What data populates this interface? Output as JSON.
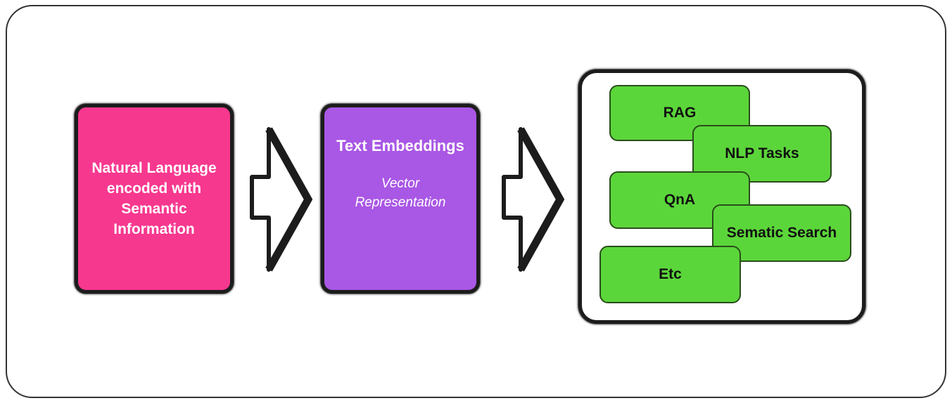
{
  "diagram": {
    "input_box": {
      "lines": [
        "Natural Language",
        "encoded with",
        "Semantic",
        "Information"
      ],
      "color": "#f7388f"
    },
    "embedding_box": {
      "title": "Text Embeddings",
      "subtitle_lines": [
        "Vector",
        "Representation"
      ],
      "color": "#a957e5"
    },
    "tasks": {
      "color": "#5bd63a",
      "items": [
        "RAG",
        "NLP Tasks",
        "QnA",
        "Sematic Search",
        "Etc"
      ]
    },
    "arrow_icon": "right-block-arrow-icon"
  }
}
